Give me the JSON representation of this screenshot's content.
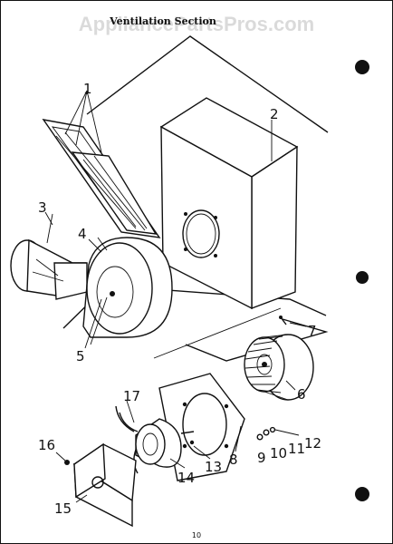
{
  "watermark": "AppliancePartsPros.com",
  "title": "Ventilation Section",
  "page_number": "10",
  "callouts": {
    "c1": "1",
    "c2": "2",
    "c3": "3",
    "c4": "4",
    "c5": "5",
    "c6": "6",
    "c7": "7",
    "c8": "8",
    "c9": "9",
    "c10": "10",
    "c11": "11",
    "c12": "12",
    "c13": "13",
    "c14": "14",
    "c15": "15",
    "c16": "16",
    "c17": "17"
  }
}
